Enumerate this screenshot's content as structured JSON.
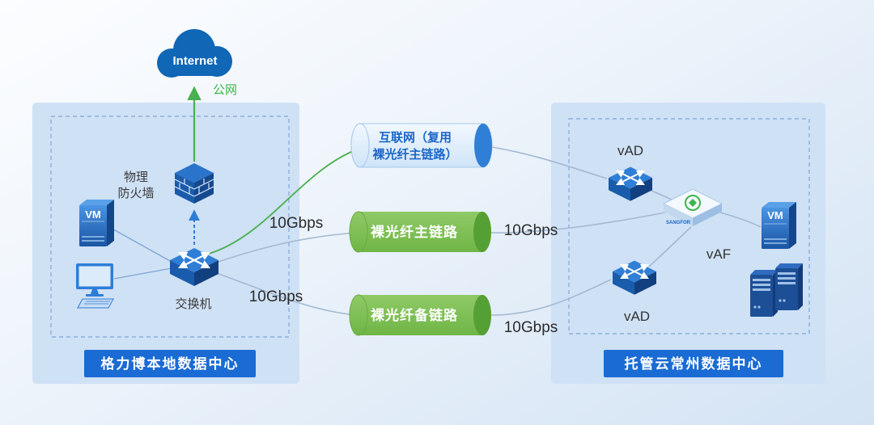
{
  "colors": {
    "badge_blue": "#1a6bd4",
    "cloud_blue": "#0f67b5",
    "green": "#49b04f",
    "pipe_green": "#7fc05a",
    "pipe_green_cap": "#55a035",
    "pipe_blue_cap": "#2f7fd6",
    "panel_blue": "#cfe1f5"
  },
  "internet": {
    "cloud_label": "Internet",
    "public_net": "公网"
  },
  "left_dc": {
    "title": "格力博本地数据中心",
    "firewall_line1": "物理",
    "firewall_line2": "防火墙",
    "switch_label": "交换机",
    "vm_label": "VM"
  },
  "right_dc": {
    "title": "托管云常州数据中心",
    "vad_top": "vAD",
    "vad_bottom": "vAD",
    "vaf": "vAF",
    "device_brand": "SANGFOR",
    "vm_label": "VM"
  },
  "pipes": {
    "internet_line1": "互联网（复用",
    "internet_line2": "裸光纤主链路）",
    "primary_label": "裸光纤主链路",
    "backup_label": "裸光纤备链路"
  },
  "speeds": {
    "primary_left": "10Gbps",
    "primary_right": "10Gbps",
    "backup_left": "10Gbps",
    "backup_right": "10Gbps"
  }
}
